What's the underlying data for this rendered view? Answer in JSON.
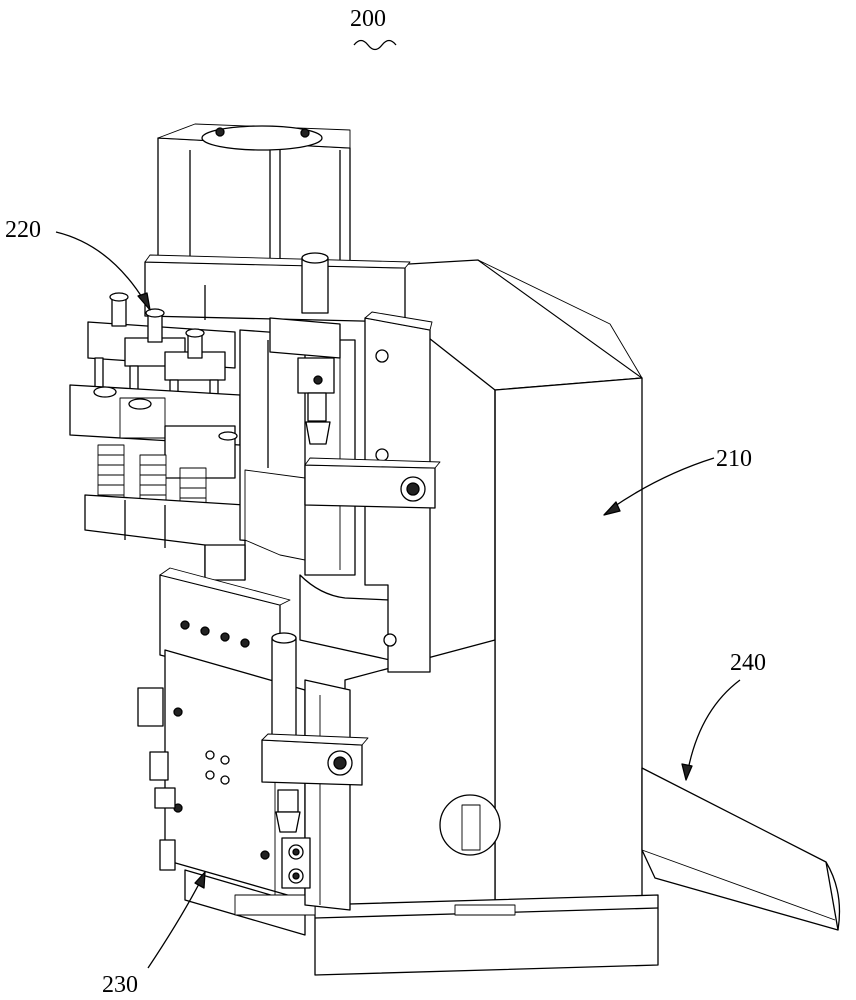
{
  "figure": {
    "labels": {
      "assembly": "200",
      "housing": "210",
      "clamp_group": "220",
      "lower_slide": "230",
      "chute": "240"
    }
  }
}
